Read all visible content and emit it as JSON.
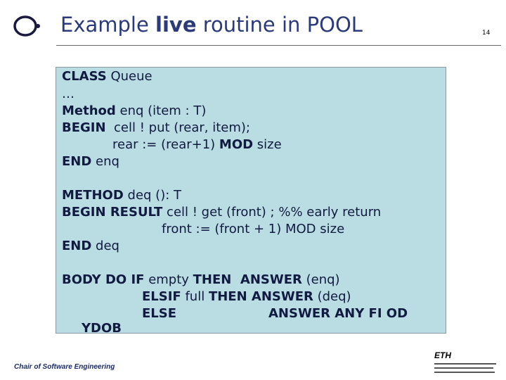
{
  "slide": {
    "title_pre": "Example ",
    "title_bold": "live",
    "title_post": " routine in POOL",
    "page_number": "14"
  },
  "code": [
    {
      "text_bold": "CLASS",
      "text": " Queue"
    },
    {
      "text_bold": "",
      "text": "…"
    },
    {
      "text_bold": "Method",
      "text": " enq (item : T)"
    },
    {
      "text_bold": "BEGIN",
      "text": "  cell ! put (rear, item);"
    },
    {
      "text_bold": "",
      "text": "rear := (rear+1) ",
      "text_bold2": "MOD",
      "text2": " size"
    },
    {
      "text_bold": "END",
      "text": " enq"
    },
    {
      "text_bold": "METHOD",
      "text": " deq (): T"
    },
    {
      "text_bold": "BEGIN RESULT",
      "text": " cell ! get (front) ; %% early return"
    },
    {
      "text_bold": "",
      "text": "front := (front + 1) MOD size"
    },
    {
      "text_bold": "END",
      "text": " deq"
    },
    {
      "text_bold": "BODY DO IF",
      "text": " empty ",
      "text_bold2": "THEN  ANSWER",
      "text2": " (enq)"
    },
    {
      "text_bold": "ELSIF",
      "text": " full ",
      "text_bold2": "THEN ANSWER",
      "text2": " (deq)"
    },
    {
      "text_bold": "ELSE",
      "text": "",
      "text_bold2": "ANSWER ANY FI OD",
      "text2": ""
    },
    {
      "text_bold": "YDOB",
      "text": ""
    }
  ],
  "footer": {
    "chair": "Chair of Software Engineering",
    "eth": "ETH"
  },
  "colors": {
    "title": "#2a3a7a",
    "code_background": "#b9dde2"
  }
}
